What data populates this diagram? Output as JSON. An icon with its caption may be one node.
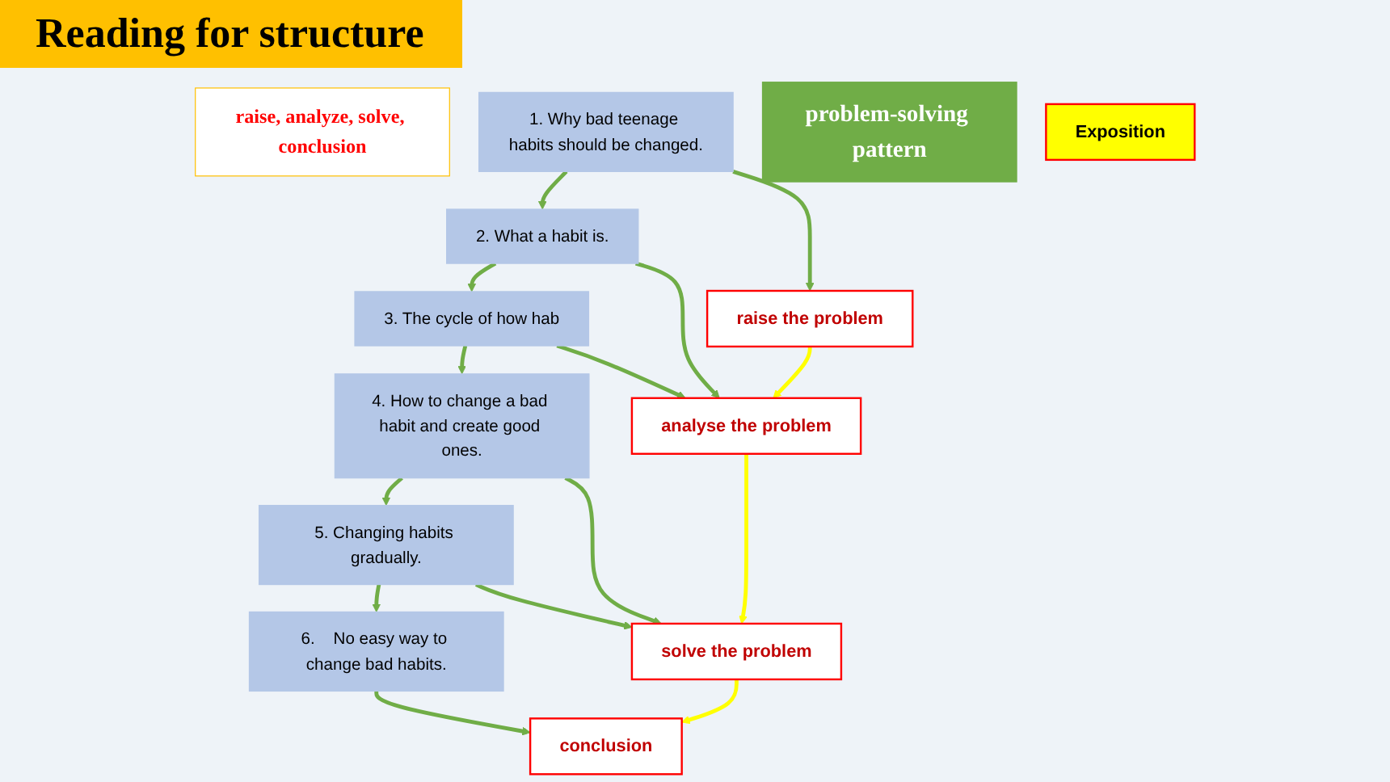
{
  "diagram": {
    "title": "Reading for structure",
    "nodes": [
      {
        "text": [
          "raise, analyze, solve, conclusion"
        ]
      },
      {
        "text": [
          "1. Why bad teenage habits should be changed."
        ]
      },
      {
        "text": [
          "2.  What a habit is."
        ]
      },
      {
        "text": [
          "3. The cycle of how hab"
        ]
      },
      {
        "text": [
          "4. How to change a bad habit and create good ones."
        ]
      },
      {
        "text": [
          "5. Changing habits gradually."
        ]
      },
      {
        "text": [
          "6.    No easy way to change bad habits."
        ]
      },
      {
        "text": [
          "raise the problem"
        ]
      },
      {
        "text": [
          "analyse the problem"
        ]
      },
      {
        "text": [
          "solve the problem"
        ]
      },
      {
        "text": [
          "conclusion"
        ]
      },
      {
        "text": [
          "problem-solving pattern"
        ]
      },
      {
        "text": [
          "Exposition"
        ]
      }
    ],
    "edges": [
      {
        "from": 1,
        "to": 2,
        "arrow": "to"
      },
      {
        "from": 2,
        "to": 3,
        "arrow": "to"
      },
      {
        "from": 3,
        "to": 4,
        "arrow": "to"
      },
      {
        "from": 4,
        "to": 5,
        "arrow": "to"
      },
      {
        "from": 5,
        "to": 6,
        "arrow": "to"
      },
      {
        "from": 1,
        "to": 7,
        "arrow": "to"
      },
      {
        "from": 2,
        "to": 8,
        "arrow": "to"
      },
      {
        "from": 3,
        "to": 8,
        "arrow": "to"
      },
      {
        "from": 4,
        "to": 9,
        "arrow": "to"
      },
      {
        "from": 5,
        "to": 9,
        "arrow": "to"
      },
      {
        "from": 6,
        "to": 10,
        "arrow": "to"
      },
      {
        "from": 7,
        "to": 8,
        "arrow": "to",
        "color": "#ffff00"
      },
      {
        "from": 8,
        "to": 9,
        "arrow": "to",
        "color": "#ffff00"
      },
      {
        "from": 9,
        "to": 10,
        "arrow": "to",
        "color": "#ffff00"
      }
    ]
  }
}
